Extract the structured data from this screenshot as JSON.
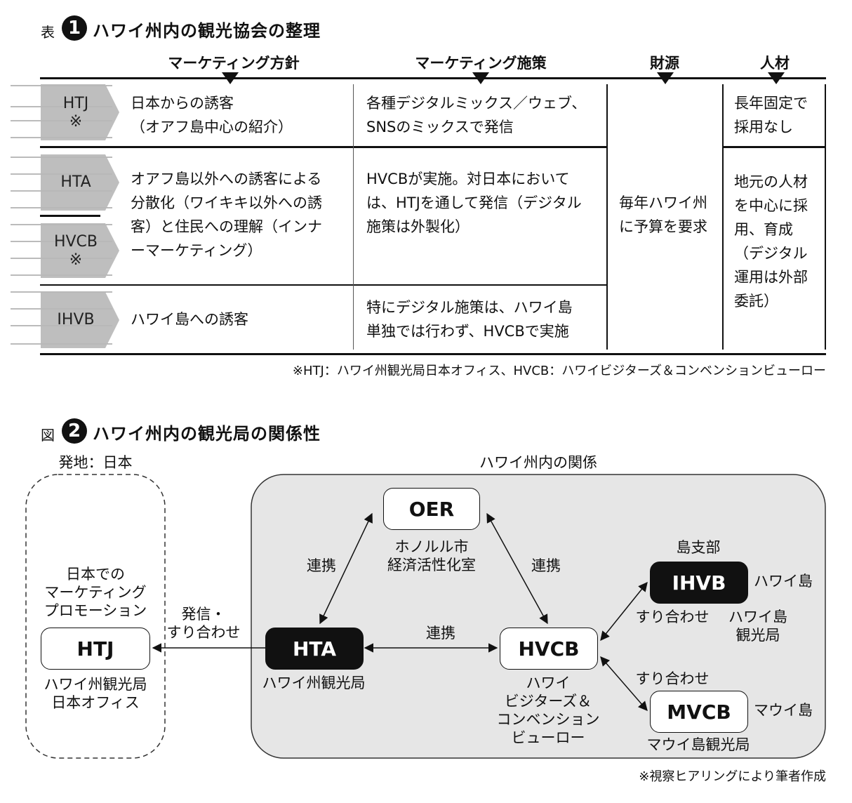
{
  "table": {
    "prefix": "表",
    "number": "1",
    "title": "ハワイ州内の観光協会の整理",
    "columns": [
      "マーケティング方針",
      "マーケティング施策",
      "財源",
      "人材"
    ],
    "rows": {
      "htj": {
        "org": "HTJ",
        "mark": "※",
        "policy": [
          "日本からの誘客",
          "（オアフ島中心の紹介）"
        ],
        "measures": [
          "各種デジタルミックス／ウェブ、",
          "SNSのミックスで発信"
        ]
      },
      "hta": {
        "org": "HTA"
      },
      "hvcb": {
        "org": "HVCB",
        "mark": "※"
      },
      "hta_hvcb_policy": [
        "オアフ島以外への誘客による",
        "分散化（ワイキキ以外への誘",
        "客）と住民への理解（インナ",
        "ーマーケティング）"
      ],
      "hta_hvcb_measures": [
        "HVCBが実施。対日本において",
        "は、HTJを通して発信（デジタル",
        "施策は外製化）"
      ],
      "ihvb": {
        "org": "IHVB",
        "policy": [
          "ハワイ島への誘客"
        ],
        "measures": [
          "特にデジタル施策は、ハワイ島",
          "単独では行わず、HVCBで実施"
        ]
      }
    },
    "funding": [
      "毎年ハワイ州",
      "に予算を要求"
    ],
    "staff_top": [
      "長年固定で",
      "採用なし"
    ],
    "staff_bottom": [
      "地元の人材",
      "を中心に採",
      "用、育成",
      "（デジタル",
      "運用は外部",
      "委託）"
    ],
    "footnote": "※HTJ：ハワイ州観光局日本オフィス、HVCB：ハワイビジターズ＆コンベンションビューロー"
  },
  "figure": {
    "prefix": "図",
    "number": "2",
    "title": "ハワイ州内の観光局の関係性",
    "japan_group_label": "発地：日本",
    "hawaii_group_label": "ハワイ州内の関係",
    "htj_caption_above": [
      "日本での",
      "マーケティング",
      "プロモーション"
    ],
    "nodes": {
      "htj": {
        "label": "HTJ",
        "sub": [
          "ハワイ州観光局",
          "日本オフィス"
        ]
      },
      "oer": {
        "label": "OER",
        "sub": [
          "ホノルル市",
          "経済活性化室"
        ]
      },
      "hta": {
        "label": "HTA",
        "sub": [
          "ハワイ州観光局"
        ]
      },
      "hvcb": {
        "label": "HVCB",
        "sub": [
          "ハワイ",
          "ビジターズ＆",
          "コンベンション",
          "ビューロー"
        ]
      },
      "ihvb": {
        "label": "IHVB",
        "above": "島支部",
        "side": "ハワイ島",
        "sub": [
          "ハワイ島",
          "観光局"
        ]
      },
      "mvcb": {
        "label": "MVCB",
        "side": "マウイ島",
        "sub": [
          "マウイ島観光局"
        ]
      }
    },
    "edges": {
      "hta_htj": [
        "発信・",
        "すり合わせ"
      ],
      "hta_oer": "連携",
      "oer_hvcb": "連携",
      "hta_hvcb": "連携",
      "hvcb_ihvb": "すり合わせ",
      "hvcb_mvcb": "すり合わせ"
    },
    "footnote": "※視察ヒアリングにより筆者作成"
  }
}
